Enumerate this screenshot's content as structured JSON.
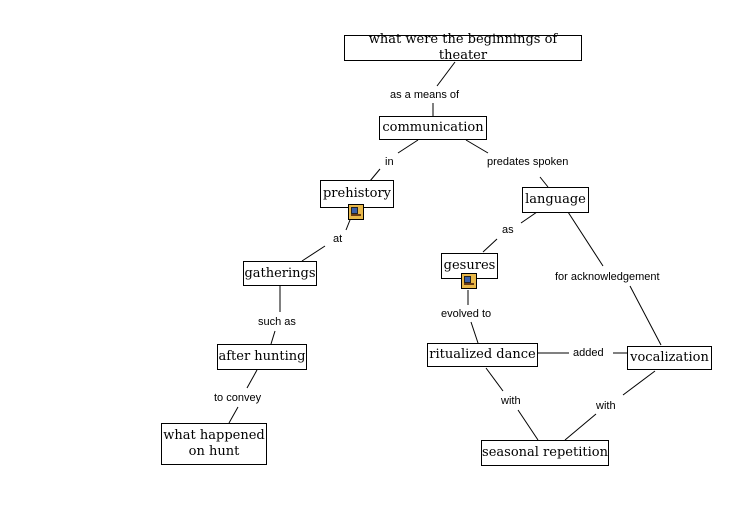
{
  "concepts": {
    "beginnings": "what were the beginnings of theater",
    "communication": "communication",
    "prehistory": "prehistory",
    "language": "language",
    "gatherings": "gatherings",
    "gesures": "gesures",
    "after_hunting": "after hunting",
    "ritualized_dance": "ritualized dance",
    "vocalization": "vocalization",
    "what_happened": "what happened\non hunt",
    "seasonal_repetition": "seasonal repetition"
  },
  "linking_phrases": {
    "as_means_of": "as a  means of",
    "in": "in",
    "predates_spoken": "predates spoken",
    "at": "at",
    "as": "as",
    "for_acknowledgement": "for acknowledgement",
    "such_as": "such as",
    "evolved_to": "evolved to",
    "added": "added",
    "to_convey": "to convey",
    "with_left": "with",
    "with_right": "with"
  },
  "resource_icons": {
    "prehistory": "resource-image-icon",
    "gesures": "resource-image-icon"
  },
  "colors": {
    "line": "#000000",
    "icon_fill": "#e8b84a",
    "icon_picture": "#3a5fa8"
  }
}
